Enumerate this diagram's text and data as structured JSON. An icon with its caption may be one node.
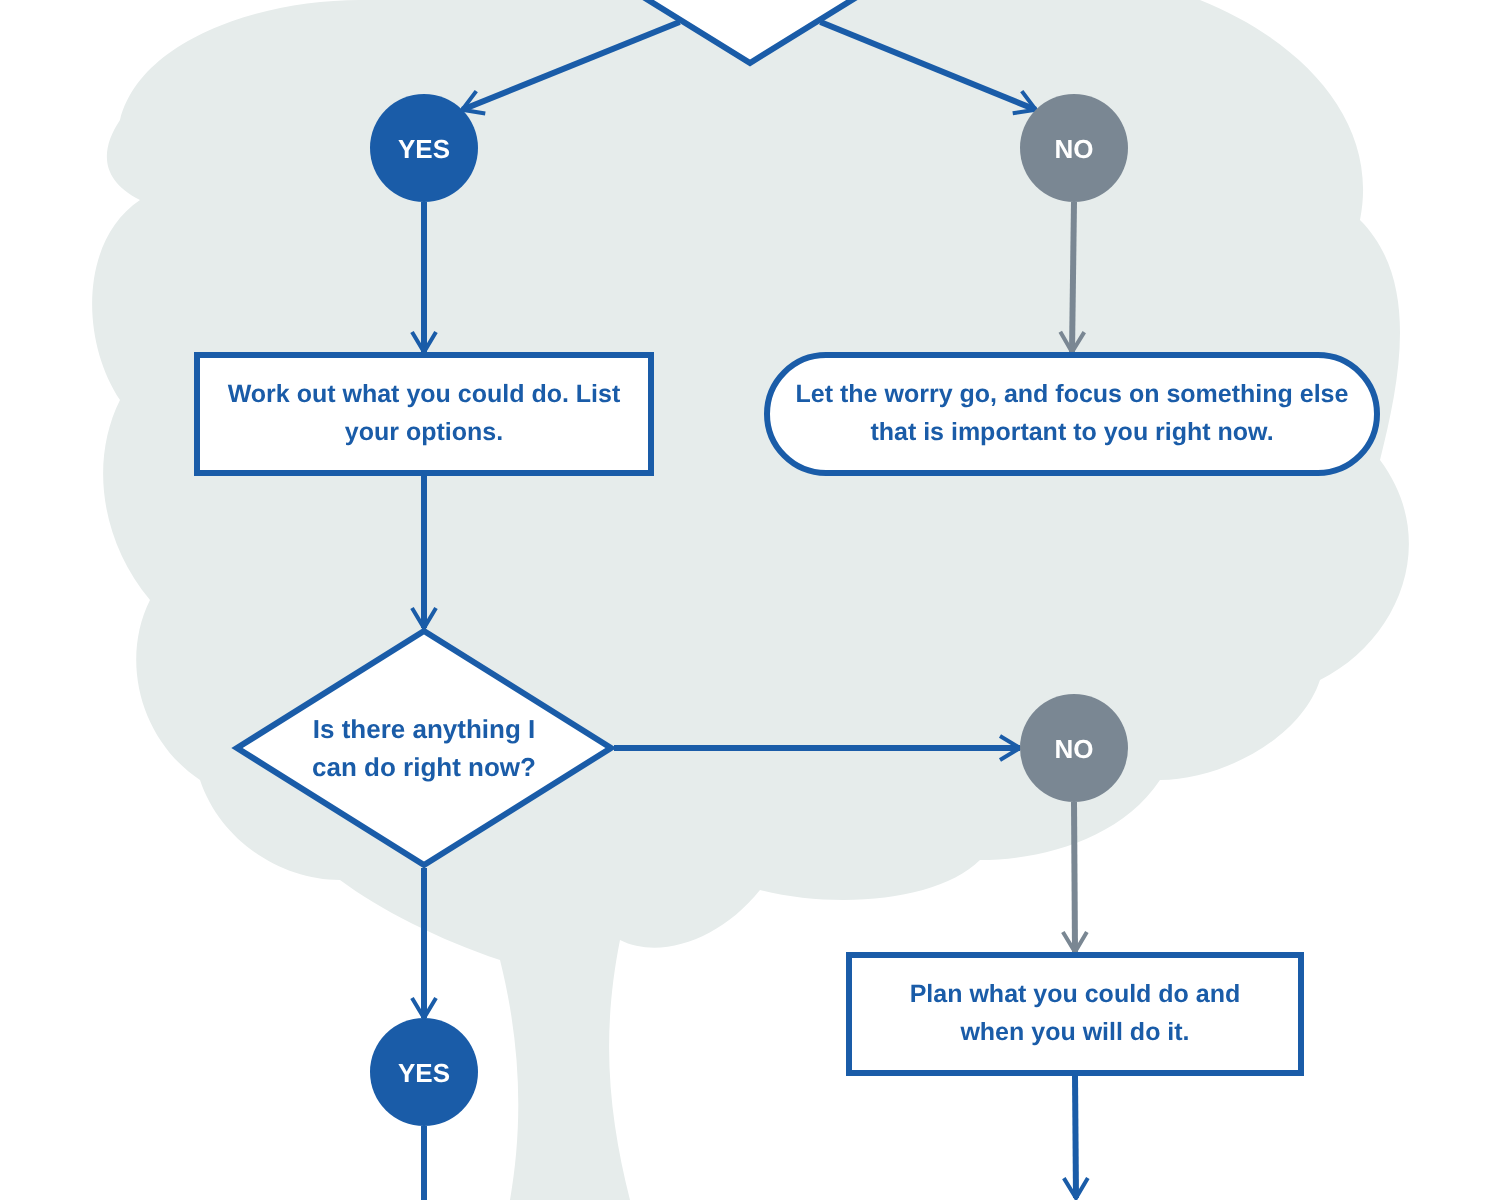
{
  "diagram": {
    "nodes": [
      {
        "text": [],
        "shape": "diamond"
      },
      {
        "text": [
          "YES"
        ]
      },
      {
        "text": [
          "NO"
        ]
      },
      {
        "text": [
          "Work out what you could do. List your options."
        ]
      },
      {
        "text": [
          "Let the worry go, and focus on something else that is important to you right now."
        ]
      },
      {
        "text": [
          "Is there anything I can do right now?"
        ]
      },
      {
        "text": [
          "NO"
        ]
      },
      {
        "text": [
          "YES"
        ]
      },
      {
        "text": [
          "Plan what you could do and when you will do it."
        ]
      }
    ],
    "edges": [
      {
        "from": 0,
        "to": 1,
        "arrow": "to"
      },
      {
        "from": 0,
        "to": 2,
        "arrow": "to"
      },
      {
        "from": 1,
        "to": 3,
        "arrow": "to"
      },
      {
        "from": 2,
        "to": 4,
        "arrow": "to",
        "color": "#7a8793"
      },
      {
        "from": 3,
        "to": 5,
        "arrow": "to"
      },
      {
        "from": 5,
        "to": 6,
        "arrow": "to"
      },
      {
        "from": 6,
        "to": 8,
        "arrow": "to",
        "color": "#7a8793"
      },
      {
        "from": 5,
        "to": 7,
        "arrow": "to"
      },
      {
        "from": 7,
        "to": null,
        "arrow": "none"
      },
      {
        "from": 8,
        "to": null,
        "arrow": "to"
      }
    ]
  }
}
